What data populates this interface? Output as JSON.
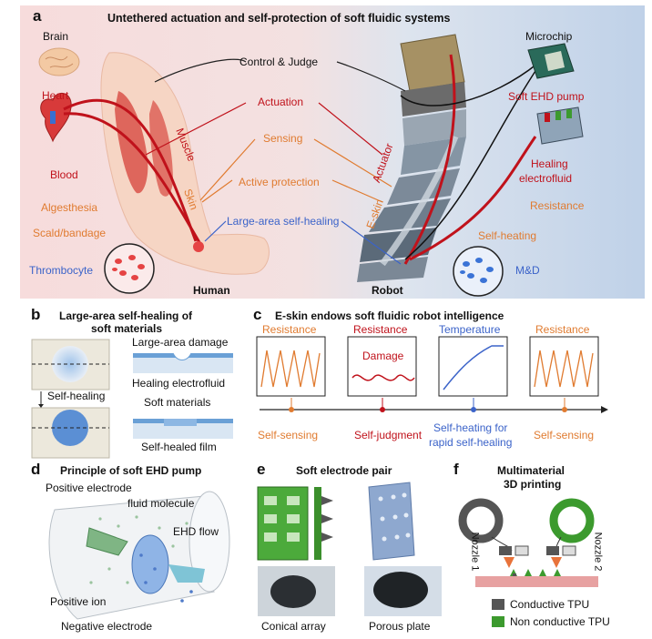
{
  "colors": {
    "red": "#c0121b",
    "orange": "#e07b30",
    "blue": "#3b63c9",
    "pink_bg": "#f6dcdc",
    "blue_bg": "#c9d7ea",
    "green": "#3c9a2e",
    "gray_tpu": "#555555"
  },
  "panel_a": {
    "letter": "a",
    "title": "Untethered actuation and self-protection of soft fluidic systems",
    "left": {
      "brain": "Brain",
      "heart": "Heart",
      "blood": "Blood",
      "algesthesia": "Algesthesia",
      "scald": "Scald/bandage",
      "thrombocyte": "Thrombocyte",
      "muscle": "Muscle",
      "skin": "Skin",
      "human": "Human"
    },
    "center": {
      "control": "Control & Judge",
      "actuation": "Actuation",
      "sensing": "Sensing",
      "active_protection": "Active protection",
      "self_healing": "Large-area self-healing"
    },
    "right": {
      "microchip": "Microchip",
      "pump": "Soft EHD pump",
      "actuator": "Actuator",
      "eskin": "E-skin",
      "healing1": "Healing",
      "healing2": "electrofluid",
      "resistance": "Resistance",
      "self_heating": "Self-heating",
      "md": "M&D",
      "robot": "Robot"
    }
  },
  "panel_b": {
    "letter": "b",
    "title1": "Large-area self-healing of",
    "title2": "soft materials",
    "damage": "Large-area damage",
    "healing_fluid": "Healing electrofluid",
    "self_healing": "Self-healing",
    "soft_materials": "Soft materials",
    "healed_film": "Self-healed film"
  },
  "panel_c": {
    "letter": "c",
    "title": "E-skin endows soft fluidic robot intelligence",
    "boxes": [
      {
        "header": "Resistance",
        "footer": "Self-sensing"
      },
      {
        "header": "Resistance",
        "inner": "Damage",
        "footer": "Self-judgment"
      },
      {
        "header": "Temperature",
        "footer1": "Self-heating for",
        "footer2": "rapid self-healing"
      },
      {
        "header": "Resistance",
        "footer": "Self-sensing"
      }
    ]
  },
  "panel_d": {
    "letter": "d",
    "title": "Principle of soft EHD pump",
    "pos_electrode": "Positive electrode",
    "fluid_molecule": "fluid molecule",
    "ehd_flow": "EHD flow",
    "pos_ion": "Positive ion",
    "neg_electrode": "Negative electrode"
  },
  "panel_e": {
    "letter": "e",
    "title": "Soft electrode pair",
    "conical": "Conical array",
    "porous": "Porous plate"
  },
  "panel_f": {
    "letter": "f",
    "title1": "Multimaterial",
    "title2": "3D printing",
    "nozzle1": "Nozzle 1",
    "nozzle2": "Nozzle 2",
    "legend_conductive": "Conductive TPU",
    "legend_nonconductive": "Non conductive TPU"
  }
}
